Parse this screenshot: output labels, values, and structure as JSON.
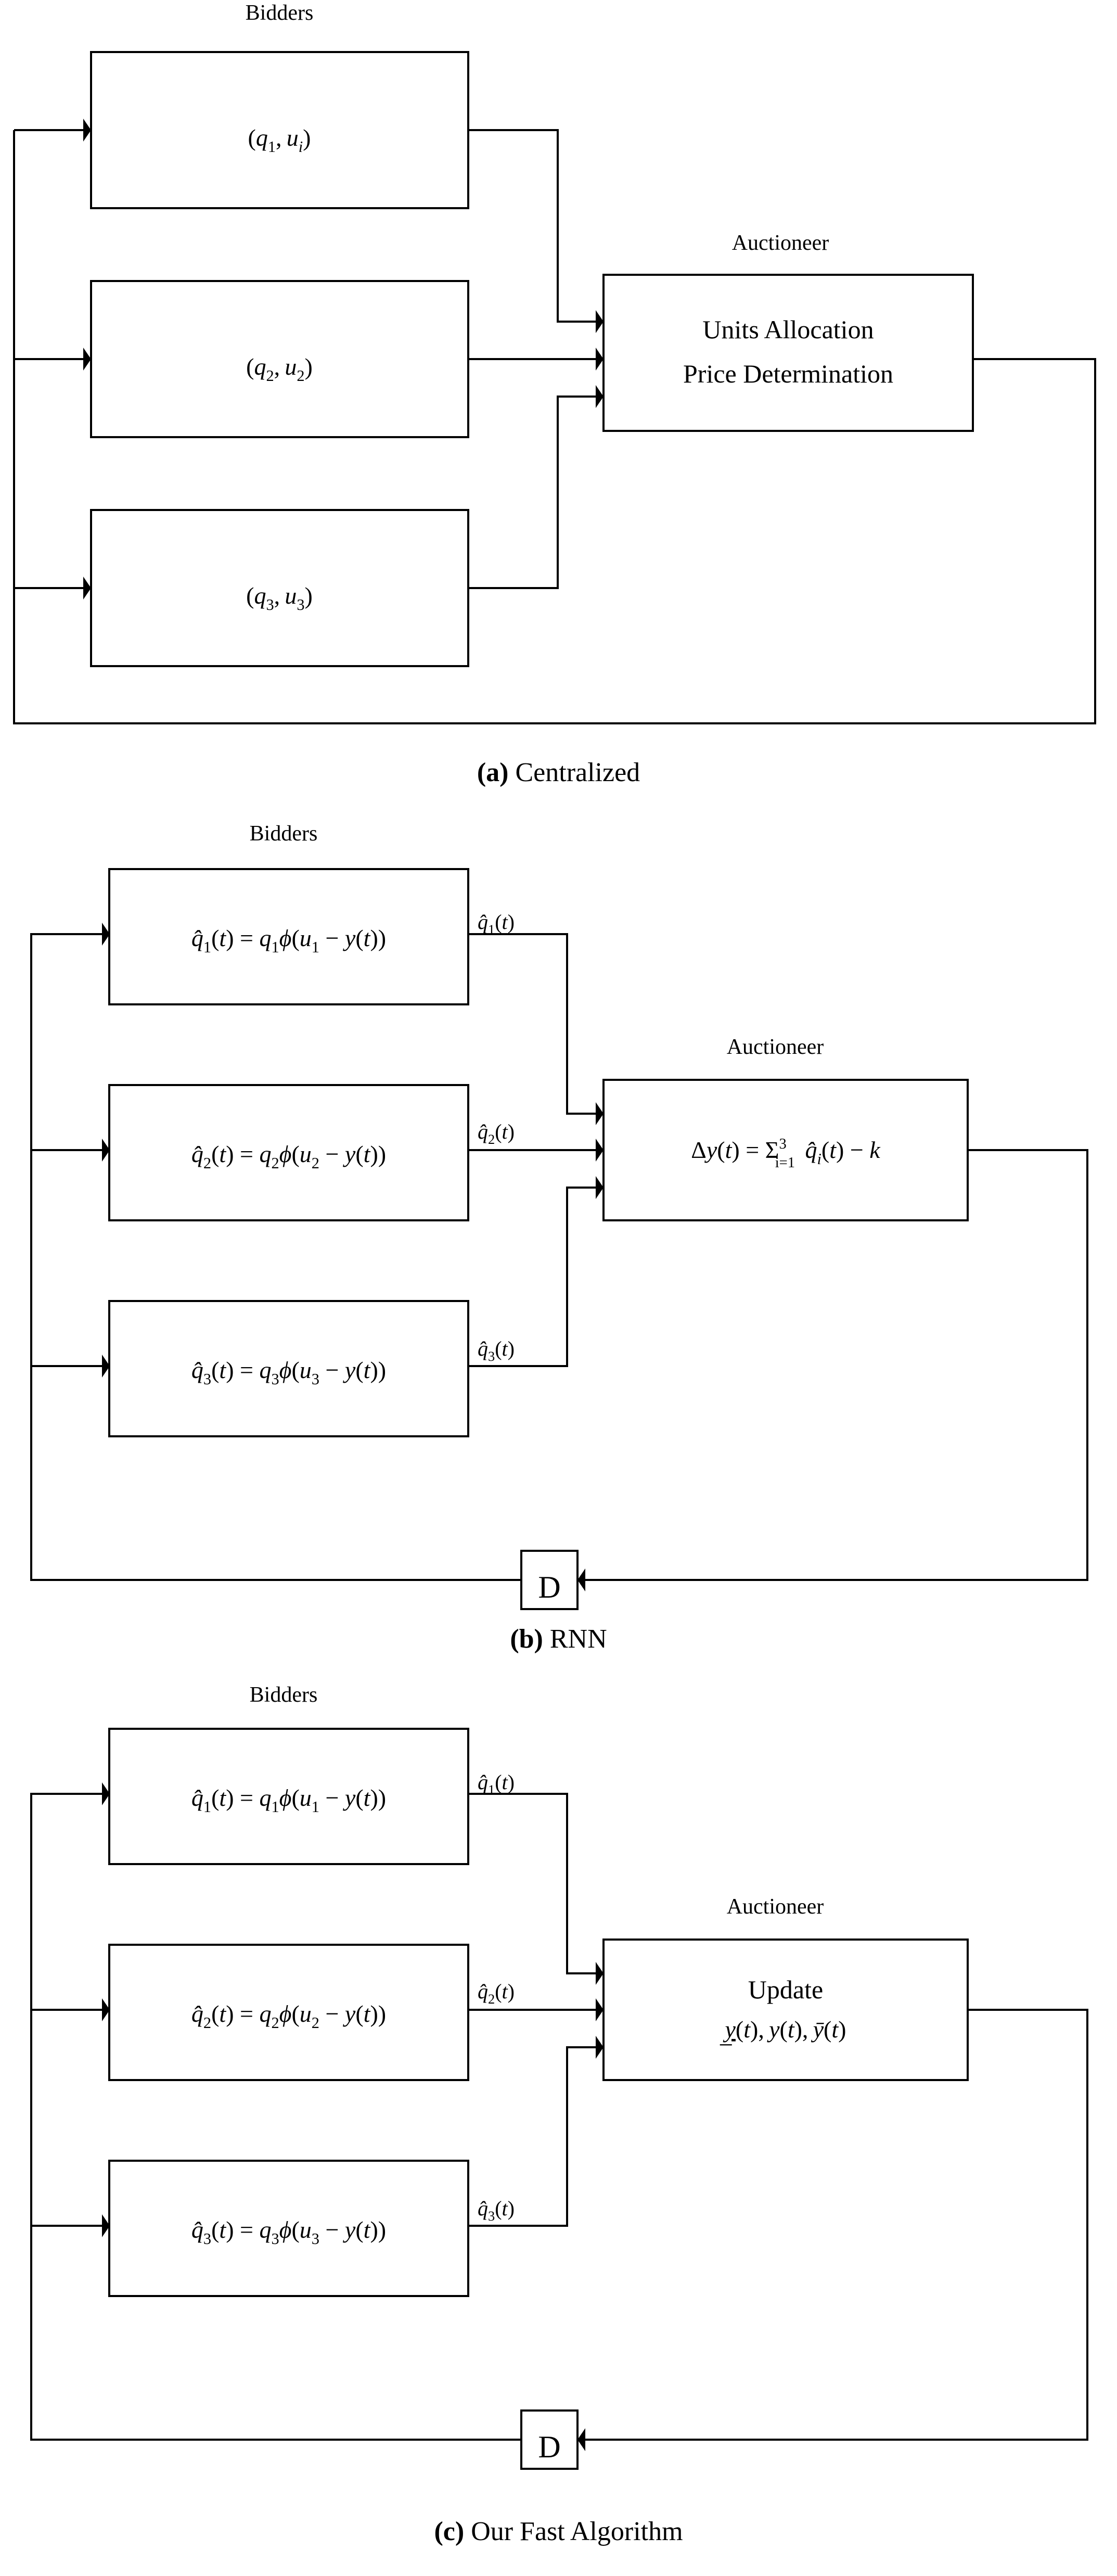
{
  "figure": {
    "background_color": "#ffffff",
    "line_color": "#000000",
    "panel_count": 3
  },
  "panels": [
    {
      "id": "a",
      "caption_prefix": "(a)",
      "caption_text": "Centralized",
      "bidders_label": "Bidders",
      "auctioneer_label": "Auctioneer",
      "bidder_boxes": [
        {
          "text_parts": {
            "open": "(",
            "q": "q",
            "qsub": "1",
            "comma": ", ",
            "u": "u",
            "usub": "i",
            "close": ")"
          },
          "plain": "(q1, ui)"
        },
        {
          "text_parts": {
            "open": "(",
            "q": "q",
            "qsub": "2",
            "comma": ", ",
            "u": "u",
            "usub": "2",
            "close": ")"
          },
          "plain": "(q2, u2)"
        },
        {
          "text_parts": {
            "open": "(",
            "q": "q",
            "qsub": "3",
            "comma": ", ",
            "u": "u",
            "usub": "3",
            "close": ")"
          },
          "plain": "(q3, u3)"
        }
      ],
      "auctioneer_lines": [
        "Units Allocation",
        "Price Determination"
      ],
      "edge_labels": [],
      "has_delay_block": false,
      "delay_label": ""
    },
    {
      "id": "b",
      "caption_prefix": "(b)",
      "caption_text": "RNN",
      "bidders_label": "Bidders",
      "auctioneer_label": "Auctioneer",
      "bidder_boxes": [
        {
          "plain": "q̂1(t) = q1ϕ(u1 − y(t))",
          "index": "1"
        },
        {
          "plain": "q̂2(t) = q2ϕ(u2 − y(t))",
          "index": "2"
        },
        {
          "plain": "q̂3(t) = q3ϕ(u3 − y(t))",
          "index": "3"
        }
      ],
      "auctioneer_lines": [
        "Δy(t) = Σ³ᵢ₌₁ q̂ᵢ(t) − k"
      ],
      "edge_labels": [
        "q̂1(t)",
        "q̂2(t)",
        "q̂3(t)"
      ],
      "has_delay_block": true,
      "delay_label": "D"
    },
    {
      "id": "c",
      "caption_prefix": "(c)",
      "caption_text": "Our Fast Algorithm",
      "bidders_label": "Bidders",
      "auctioneer_label": "Auctioneer",
      "bidder_boxes": [
        {
          "plain": "q̂1(t) = q1ϕ(u1 − y(t))",
          "index": "1"
        },
        {
          "plain": "q̂2(t) = q2ϕ(u2 − y(t))",
          "index": "2"
        },
        {
          "plain": "q̂3(t) = q3ϕ(u3 − y(t))",
          "index": "3"
        }
      ],
      "auctioneer_lines": [
        "Update",
        "y̲(t), y(t), ȳ(t)"
      ],
      "edge_labels": [
        "q̂1(t)",
        "q̂2(t)",
        "q̂3(t)"
      ],
      "has_delay_block": true,
      "delay_label": "D"
    }
  ],
  "glyphs": {
    "q": "q",
    "u": "u",
    "y": "y",
    "t": "t",
    "k": "k",
    "phi": "ϕ",
    "delta": "Δ",
    "sigma": "Σ",
    "minus": "−",
    "equals": "=",
    "comma": ",",
    "paren_open": "(",
    "paren_close": ")",
    "sum_upper": "3",
    "sum_lower": "i=1",
    "hat": "̂"
  }
}
